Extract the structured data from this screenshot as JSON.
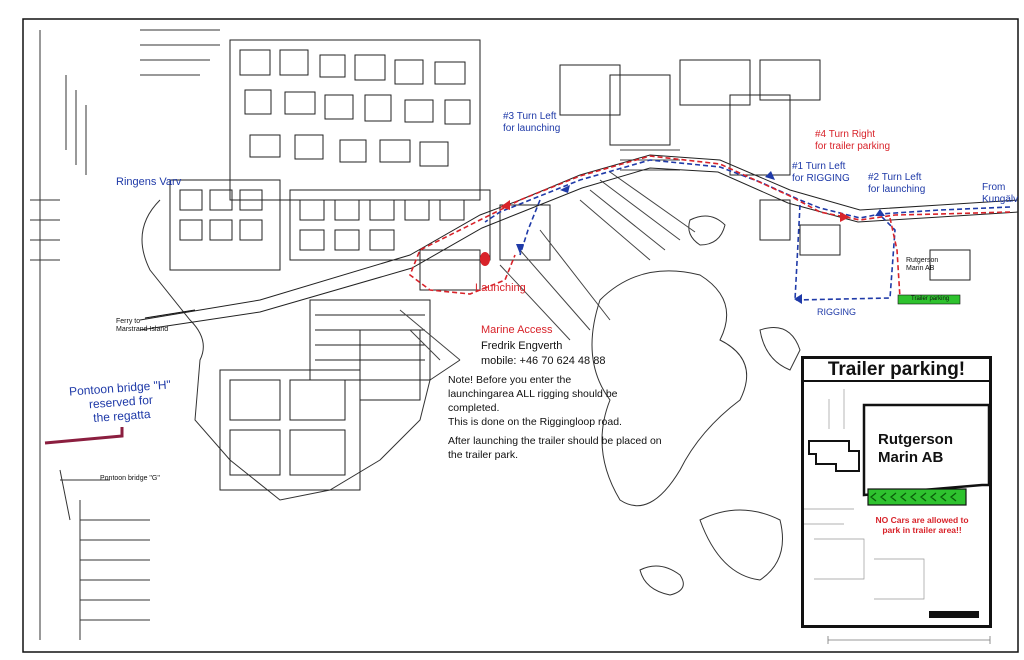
{
  "labels": {
    "ringens_varv": "Ringens Varv",
    "ferry": "Ferry to\nMarstrand Island",
    "pontoon_h": "Pontoon bridge \"H\"\nreserved for\nthe regatta",
    "pontoon_g": "Pontoon bridge \"G\"",
    "turn3": "#3 Turn Left\nfor launching",
    "turn4": "#4 Turn Right\nfor trailer parking",
    "turn1": "#1 Turn Left\nfor RIGGING",
    "turn2": "#2 Turn Left\nfor launching",
    "from_kungalv": "From\nKungälv",
    "launching": "Launching",
    "rigging": "RIGGING",
    "rutgerson_small": "Rutgerson\nMarin AB",
    "trailer_parking_small": "Trailer parking"
  },
  "contact": {
    "title": "Marine Access",
    "name": "Fredrik Engverth",
    "mobile": "mobile: +46 70 624 48 88"
  },
  "notes": {
    "note1": "Note!  Before you enter the\nlaunchingarea ALL rigging should be\ncompleted.\nThis is done on the Riggingloop road.",
    "note2": "After launching the trailer should be placed on\nthe trailer park."
  },
  "inset": {
    "title": "Trailer parking!",
    "company": "Rutgerson\nMarin AB",
    "warning": "NO Cars are allowed to\npark in trailer area!!"
  },
  "colors": {
    "blue_route": "#1f3aa8",
    "red_route": "#d8232a",
    "trailer_green": "#2ec22e"
  }
}
